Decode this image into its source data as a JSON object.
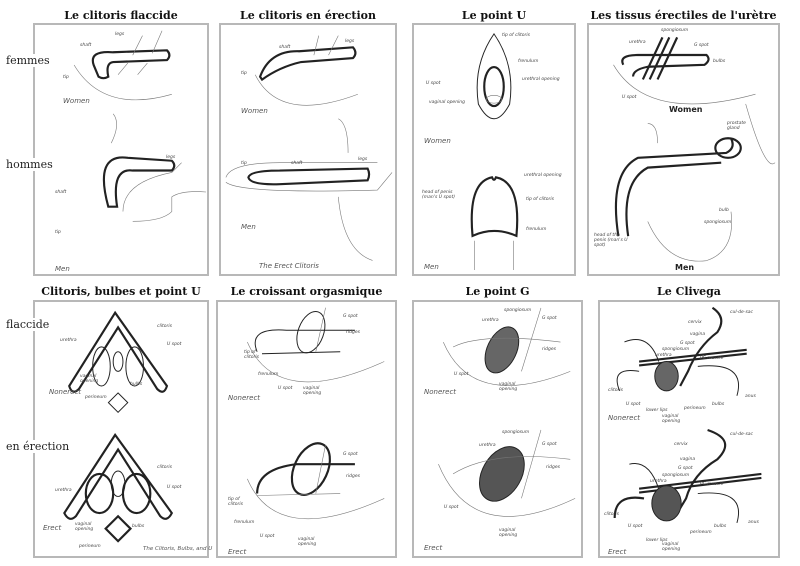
{
  "row_labels": {
    "femmes": "femmes",
    "hommes": "hommes",
    "flaccide": "flaccide",
    "en_erection": "en érection"
  },
  "panels": [
    {
      "title": "Le clitoris flaccide",
      "labels": [
        "shaft",
        "legs",
        "tip",
        "Women",
        "legs",
        "shaft",
        "tip",
        "Men"
      ]
    },
    {
      "title": "Le clitoris en érection",
      "labels": [
        "shaft",
        "legs",
        "tip",
        "Women",
        "tip",
        "shaft",
        "legs",
        "Men",
        "The Erect Clitoris"
      ]
    },
    {
      "title": "Le point U",
      "labels": [
        "tip of clitoris",
        "frenulum",
        "U spot",
        "urethral opening",
        "vaginal opening",
        "Women",
        "urethral opening",
        "head of penis (man's U spot)",
        "tip of clitoris",
        "frenulum",
        "Men"
      ]
    },
    {
      "title": "Les tissus érectiles de l'urètre",
      "labels": [
        "spongiosum",
        "urethra",
        "G spot",
        "bulbs",
        "U spot",
        "Women",
        "prostate gland",
        "bulb",
        "spongiosum",
        "head of the penis (man's U spot)",
        "Men"
      ]
    },
    {
      "title": "Clitoris, bulbes et point U",
      "labels": [
        "clitoris",
        "urethra",
        "U spot",
        "vaginal opening",
        "bulbs",
        "perineum",
        "Nonerect",
        "clitoris",
        "urethra",
        "U spot",
        "vaginal opening",
        "bulbs",
        "perineum",
        "Erect",
        "The Clitoris, Bulbs, and U"
      ]
    },
    {
      "title": "Le croissant orgasmique",
      "labels": [
        "G spot",
        "ridges",
        "tip of clitoris",
        "frenulum",
        "U spot",
        "vaginal opening",
        "Nonerect",
        "G spot",
        "ridges",
        "tip of clitoris",
        "frenulum",
        "U spot",
        "vaginal opening",
        "Erect"
      ]
    },
    {
      "title": "Le point G",
      "labels": [
        "spongiosum",
        "urethra",
        "G spot",
        "ridges",
        "U spot",
        "vaginal opening",
        "Nonerect",
        "spongiosum",
        "urethra",
        "G spot",
        "ridges",
        "U spot",
        "vaginal opening",
        "Erect"
      ]
    },
    {
      "title": "Le Clivega",
      "labels": [
        "cul-de-sac",
        "cervix",
        "vagina",
        "G spot",
        "spongiosum",
        "urethra",
        "PC muscle",
        "clitoris",
        "U spot",
        "lower lips",
        "vaginal opening",
        "perineum",
        "bulbs",
        "anus",
        "Nonerect",
        "cul-de-sac",
        "cervix",
        "vagina",
        "G spot",
        "spongiosum",
        "urethra",
        "PC muscle",
        "clitoris",
        "U spot",
        "lower lips",
        "vaginal opening",
        "perineum",
        "bulbs",
        "anus",
        "Erect"
      ]
    }
  ]
}
